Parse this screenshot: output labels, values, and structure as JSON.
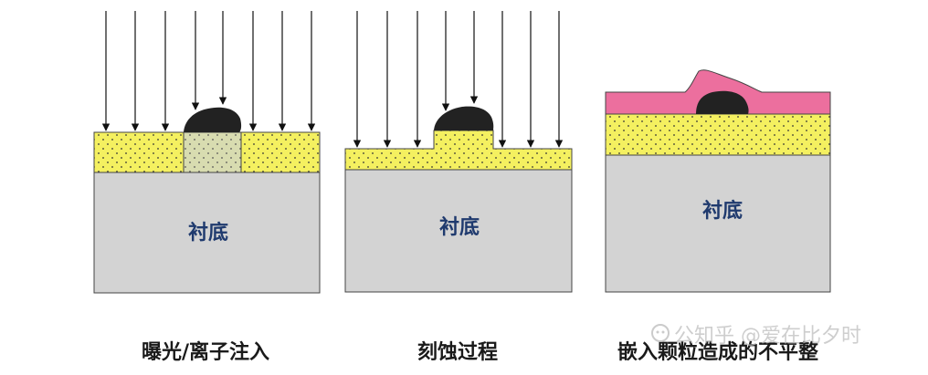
{
  "panels": [
    {
      "substrate_label": "衬底",
      "caption": "曝光/离子注入"
    },
    {
      "substrate_label": "衬底",
      "caption": "刻蚀过程"
    },
    {
      "substrate_label": "衬底",
      "caption": "嵌入颗粒造成的不平整"
    }
  ],
  "watermark": "公知乎 @爱在比夕时",
  "colors": {
    "substrate": "#d3d3d3",
    "layer": "#f4f060",
    "implanted": "#d8dcb0",
    "particle": "#222222",
    "coating": "#ec6f9e",
    "label": "#1f3a6e"
  }
}
